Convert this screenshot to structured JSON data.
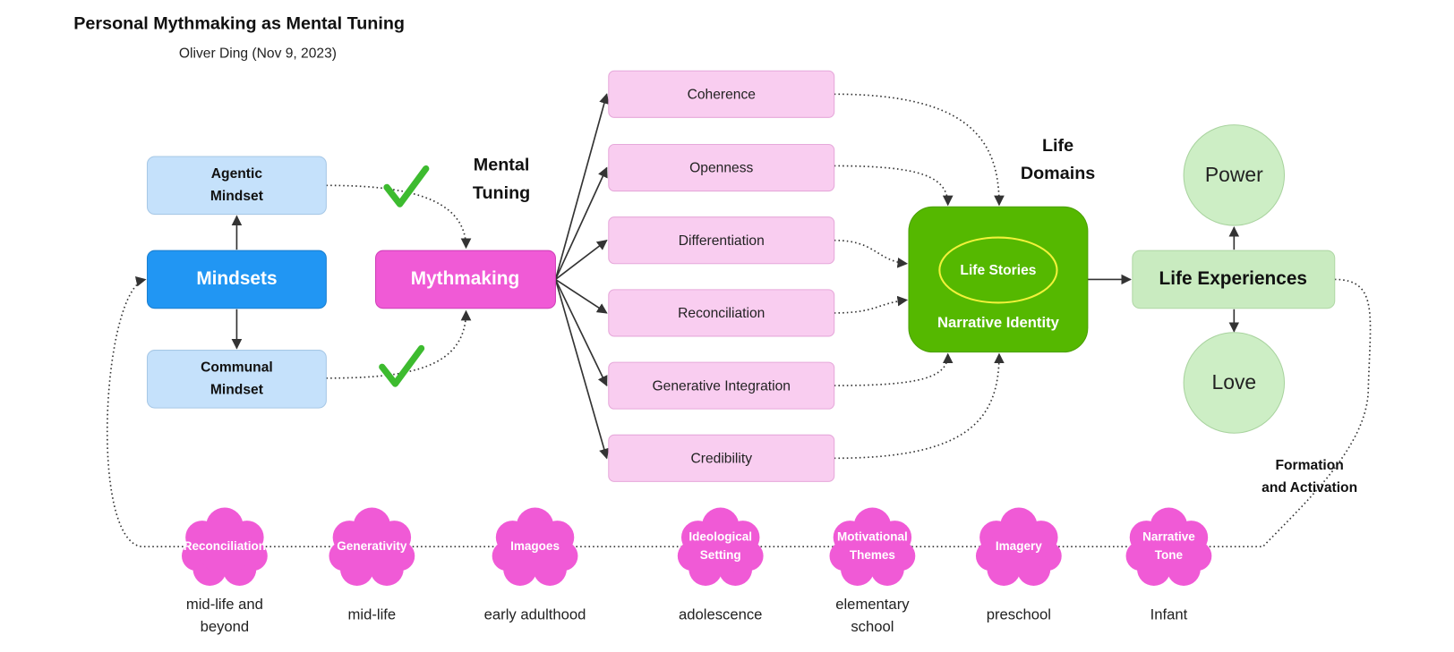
{
  "header": {
    "title": "Personal Mythmaking as Mental Tuning",
    "subtitle": "Oliver Ding (Nov 9, 2023)"
  },
  "mindsets": {
    "agentic": [
      "Agentic",
      "Mindset"
    ],
    "main": "Mindsets",
    "communal": [
      "Communal",
      "Mindset"
    ]
  },
  "mythmaking": "Mythmaking",
  "mental_tuning": [
    "Mental",
    "Tuning"
  ],
  "tuning_items": [
    "Coherence",
    "Openness",
    "Differentiation",
    "Reconciliation",
    "Generative Integration",
    "Credibility"
  ],
  "life_domains": [
    "Life",
    "Domains"
  ],
  "identity": {
    "inner": "Life Stories",
    "outer": "Narrative Identity"
  },
  "life_experiences": "Life Experiences",
  "outcomes": [
    "Power",
    "Love"
  ],
  "formation": [
    "Formation",
    "and Activation"
  ],
  "stages": [
    {
      "cloud": [
        "Reconciliation"
      ],
      "label": [
        "mid-life and",
        "beyond"
      ]
    },
    {
      "cloud": [
        "Generativity"
      ],
      "label": [
        "mid-life"
      ]
    },
    {
      "cloud": [
        "Imagoes"
      ],
      "label": [
        "early adulthood"
      ]
    },
    {
      "cloud": [
        "Ideological",
        "Setting"
      ],
      "label": [
        "adolescence"
      ]
    },
    {
      "cloud": [
        "Motivational",
        "Themes"
      ],
      "label": [
        "elementary",
        "school"
      ]
    },
    {
      "cloud": [
        "Imagery"
      ],
      "label": [
        "preschool"
      ]
    },
    {
      "cloud": [
        "Narrative",
        "Tone"
      ],
      "label": [
        "Infant"
      ]
    }
  ],
  "colors": {
    "mindset_light": "#c5e1fb",
    "mindset_main": "#2196f3",
    "mythmaking": "#f05ad6",
    "tuning_box": "#f9cdf0",
    "identity": "#55b800",
    "identity_ellipse": "#f2f23a",
    "life_light": "#c9ebc0",
    "cloud": "#f05ad6",
    "check": "#3dbb2f"
  }
}
